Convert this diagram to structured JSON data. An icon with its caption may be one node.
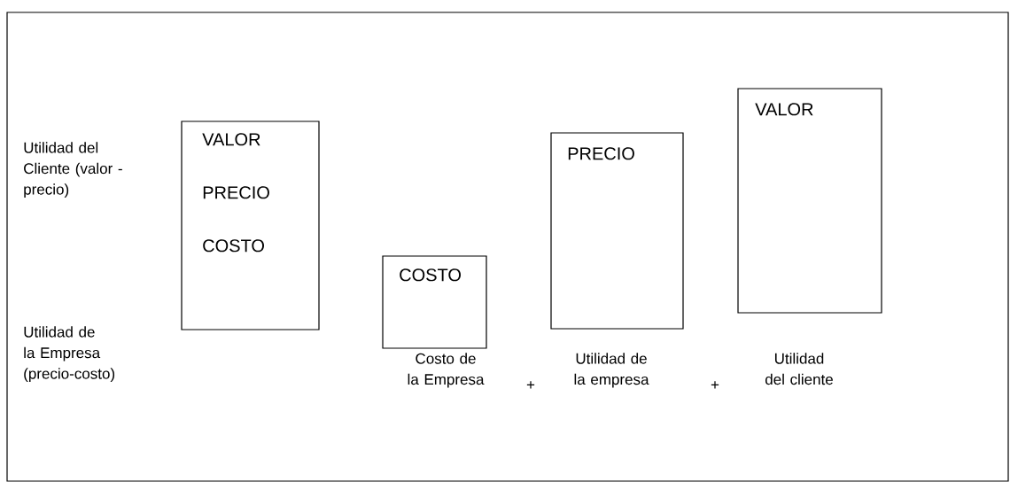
{
  "diagram": {
    "nodes": [
      {
        "text": [
          "VALOR",
          "PRECIO",
          "COSTO"
        ]
      },
      {
        "text": [
          "COSTO"
        ],
        "beside": [
          "Costo de la Empresa"
        ]
      },
      {
        "text": [
          "PRECIO"
        ],
        "beside": [
          "Utilidad de la empresa"
        ]
      },
      {
        "text": [
          "VALOR"
        ],
        "beside": [
          "Utilidad del cliente"
        ]
      }
    ],
    "labels": [
      "Utilidad del Cliente (valor - precio)",
      "Utilidad de la Empresa (precio-costo)",
      "+",
      "+"
    ]
  }
}
